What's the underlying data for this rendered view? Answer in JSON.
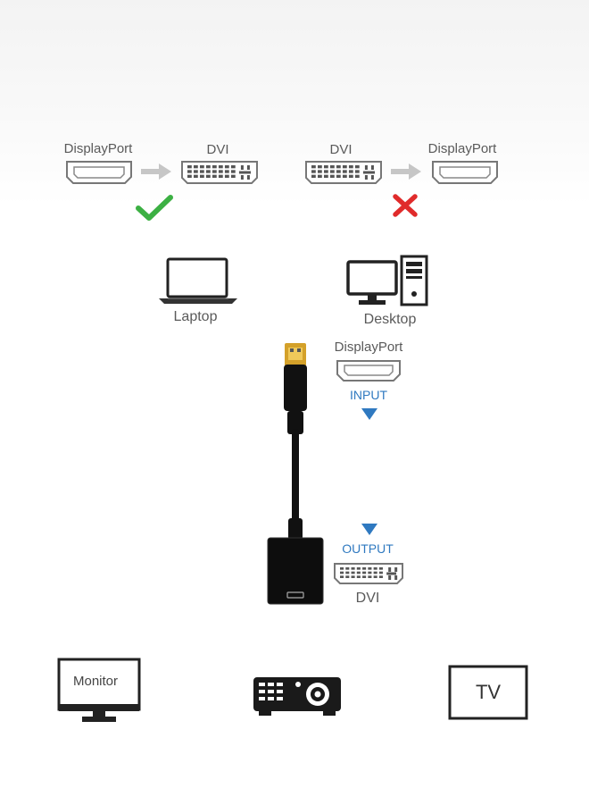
{
  "compatibility": {
    "supported": {
      "source": "DisplayPort",
      "target": "DVI",
      "status_icon": "check-icon",
      "status_color": "#3cb043"
    },
    "unsupported": {
      "source": "DVI",
      "target": "DisplayPort",
      "status_icon": "cross-icon",
      "status_color": "#e02b2b"
    }
  },
  "sources": [
    {
      "label": "Laptop",
      "icon": "laptop-icon"
    },
    {
      "label": "Desktop",
      "icon": "desktop-icon"
    }
  ],
  "adapter": {
    "input_port": "DisplayPort",
    "input_label": "INPUT",
    "output_label": "OUTPUT",
    "output_port": "DVI",
    "accent_color": "#2f79c0"
  },
  "displays": [
    {
      "label": "Monitor",
      "icon": "monitor-icon"
    },
    {
      "label": "",
      "icon": "projector-icon"
    },
    {
      "label": "TV",
      "icon": "tv-icon"
    }
  ]
}
